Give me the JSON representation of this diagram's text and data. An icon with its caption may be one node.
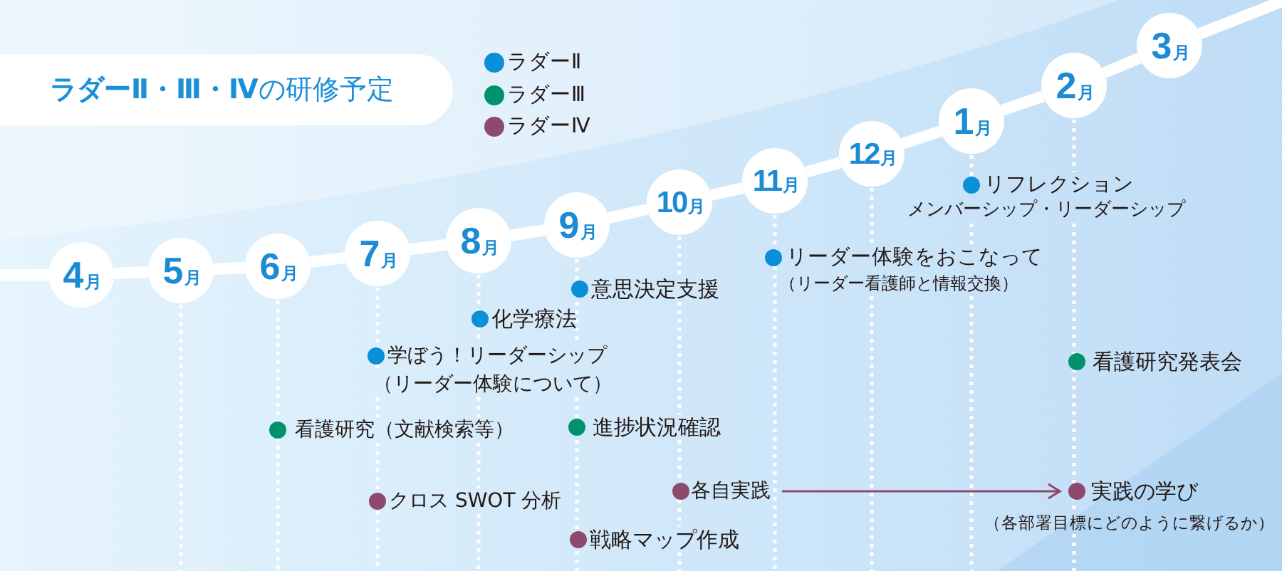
{
  "diagram": {
    "title": "**ラダーⅡ・Ⅲ・Ⅳ**の研修予定",
    "nodes": [
      {
        "text": [
          "4月"
        ]
      },
      {
        "text": [
          "5月"
        ]
      },
      {
        "text": [
          "6月"
        ]
      },
      {
        "text": [
          "7月"
        ]
      },
      {
        "text": [
          "8月"
        ]
      },
      {
        "text": [
          "9月"
        ]
      },
      {
        "text": [
          "10月"
        ]
      },
      {
        "text": [
          "11月"
        ]
      },
      {
        "text": [
          "12月"
        ]
      },
      {
        "text": [
          "1月"
        ]
      },
      {
        "text": [
          "2月"
        ]
      },
      {
        "text": [
          "3月"
        ]
      },
      {
        "text": [
          "各自実践"
        ]
      },
      {
        "text": [
          "実践の学び"
        ],
        "beside": [
          "（各部署目標にどのように繋げるか）"
        ]
      }
    ],
    "edges": [
      {
        "from": null,
        "to": 0,
        "arrow": "none"
      },
      {
        "from": 0,
        "to": 1,
        "arrow": "none"
      },
      {
        "from": 1,
        "to": 2,
        "arrow": "none"
      },
      {
        "from": 2,
        "to": 3,
        "arrow": "none"
      },
      {
        "from": 3,
        "to": 4,
        "arrow": "none"
      },
      {
        "from": 4,
        "to": 5,
        "arrow": "none"
      },
      {
        "from": 5,
        "to": 6,
        "arrow": "none"
      },
      {
        "from": 6,
        "to": 7,
        "arrow": "none"
      },
      {
        "from": 7,
        "to": 8,
        "arrow": "none"
      },
      {
        "from": 8,
        "to": 9,
        "arrow": "none"
      },
      {
        "from": 9,
        "to": 10,
        "arrow": "none"
      },
      {
        "from": 10,
        "to": 11,
        "arrow": "none"
      },
      {
        "from": 11,
        "to": null,
        "arrow": "none"
      },
      {
        "from": 12,
        "to": 13,
        "arrow": "to",
        "color": "#8e4a6d"
      }
    ],
    "labels": [
      "看護研究（文献検索等）",
      "学ぼう！リーダーシップ",
      "（リーダー体験について）",
      "クロス SWOT 分析",
      "化学療法",
      "意思決定支援",
      "進捗状況確認",
      "戦略マップ作成",
      "リーダー体験をおこなって",
      "（リーダー看護師と情報交換）",
      "リフレクション",
      "メンバーシップ・リーダーシップ",
      "看護研究発表会"
    ],
    "legend": [
      {
        "text": "ラダーⅡ",
        "color": "#0a8fd9"
      },
      {
        "text": "ラダーⅢ",
        "color": "#00936b"
      },
      {
        "text": "ラダーⅣ",
        "color": "#8e4a6d"
      }
    ]
  }
}
